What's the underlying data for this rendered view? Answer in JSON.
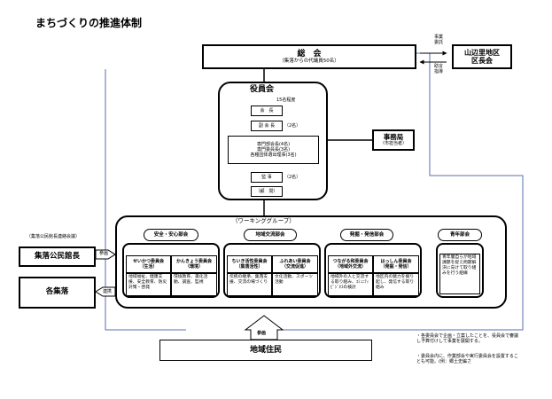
{
  "title": "まちづくりの推進体制",
  "general_assembly": {
    "name": "総　会",
    "sub": "（集落からの代議員50名）"
  },
  "secretariat_office": {
    "name": "山辺里地区",
    "name2": "区長会"
  },
  "arrow_labels": {
    "office_work": [
      "事業",
      "委託"
    ],
    "guidance": [
      "助言",
      "指導"
    ],
    "participate_top": "参画",
    "participate_bottom": "参画",
    "collaborate": "連携"
  },
  "board": {
    "name": "役員会",
    "count": "15名程度",
    "president": "会　長",
    "vice": "副 会 長",
    "vice_count": "（2名）",
    "members": [
      "専門部会長(4名)",
      "専門委員長(3名)",
      "各種団体選出理事(3名)"
    ],
    "auditor": "監 事",
    "auditor_count": "（2名）",
    "advisor": "（顧　問）"
  },
  "office": {
    "name": "事務局",
    "sub": "（市担当者）"
  },
  "working_group": {
    "label": "（ワーキンググループ）"
  },
  "committees": [
    {
      "name": "安全・安心部会",
      "subs": [
        {
          "name": "せいかつ委員会",
          "sub": "（生活）",
          "desc": "地域福祉、健康支援、安全教育、防災対策・啓発"
        },
        {
          "name": "かんきょう委員会",
          "sub": "（環境）",
          "desc": "環境教育、美化活動、調査、監視"
        }
      ]
    },
    {
      "name": "地域交流部会",
      "subs": [
        {
          "name": "ちいき活性委員会",
          "sub": "（集落活性）",
          "desc": "伝統の継承、集落支援、交流の場づくり"
        },
        {
          "name": "ふれあい委員会",
          "sub": "（交流促進）",
          "desc": "文化活動、スポーツ活動"
        }
      ]
    },
    {
      "name": "発掘・発信部会",
      "subs": [
        {
          "name": "つながる和委員会",
          "sub": "（地域外交流）",
          "desc": "地域外の人と交流する取り組み、ｺﾐｭﾆﾃｨﾋﾞｼﾞﾈｽの検討"
        },
        {
          "name": "はっしん委員会",
          "sub": "（発掘・発信）",
          "desc": "地区内の魅力を掘り起し、発信する取り組み"
        }
      ]
    },
    {
      "name": "青年部会",
      "desc": "青年層自らが地域課題を捉え問題解決に向けて取り組みを行う組織"
    }
  ],
  "left": {
    "association": "（集落公民館長連絡会議）",
    "hall_directors": "集落公民館長",
    "settlements": "各集落"
  },
  "residents": {
    "name": "地域住民"
  },
  "notes": [
    "・各委員会で企画・立案したことを、役員会で審議し予算付けして事業を展開する。",
    "・委員会内に、作業部会や実行委員会を設置することも可能。(例：郷土史編さ"
  ]
}
